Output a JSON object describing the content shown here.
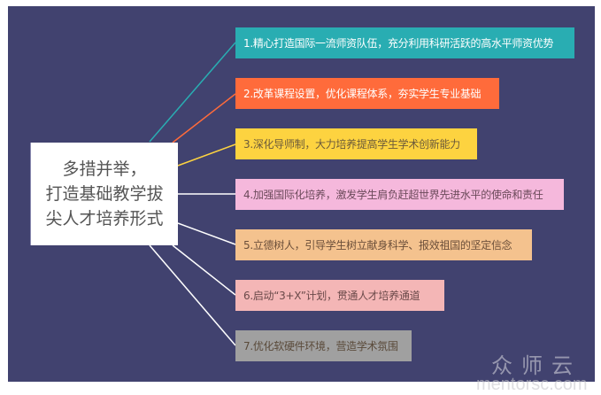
{
  "center": {
    "lines": [
      "多措并举，",
      "打造基础教学拔",
      "尖人才培养形式"
    ]
  },
  "items": [
    {
      "label": "1.精心打造国际一流师资队伍，充分利用科研活跃的高水平师资优势",
      "color": "#29adb2",
      "text_color": "#ffffff"
    },
    {
      "label": "2.改革课程设置，优化课程体系，夯实学生专业基础",
      "color": "#ff6b3b",
      "text_color": "#ffffff"
    },
    {
      "label": "3.深化导师制，大力培养提高学生学术创新能力",
      "color": "#fdd340",
      "text_color": "#6b5a3a"
    },
    {
      "label": "4.加强国际化培养，激发学生肩负赶超世界先进水平的使命和责任",
      "color": "#f5b8dc",
      "text_color": "#6b4a5a"
    },
    {
      "label": "5.立德树人，引导学生树立献身科学、报效祖国的坚定信念",
      "color": "#f4c28e",
      "text_color": "#6b4f3a"
    },
    {
      "label": "6.启动“3+X”计划，贯通人才培养通道",
      "color": "#f4b6b6",
      "text_color": "#6b4a4a"
    },
    {
      "label": "7.优化软硬件环境，营造学术氛围",
      "color": "#a0a0a0",
      "text_color": "#5a4a3a"
    }
  ],
  "line_colors": [
    "#29adb2",
    "#ff6b3b",
    "#fdd340",
    "#ffffff",
    "#ffffff",
    "#ffffff",
    "#ffffff"
  ],
  "watermark": {
    "cn": "众师云",
    "url": "mentorsc.com"
  }
}
